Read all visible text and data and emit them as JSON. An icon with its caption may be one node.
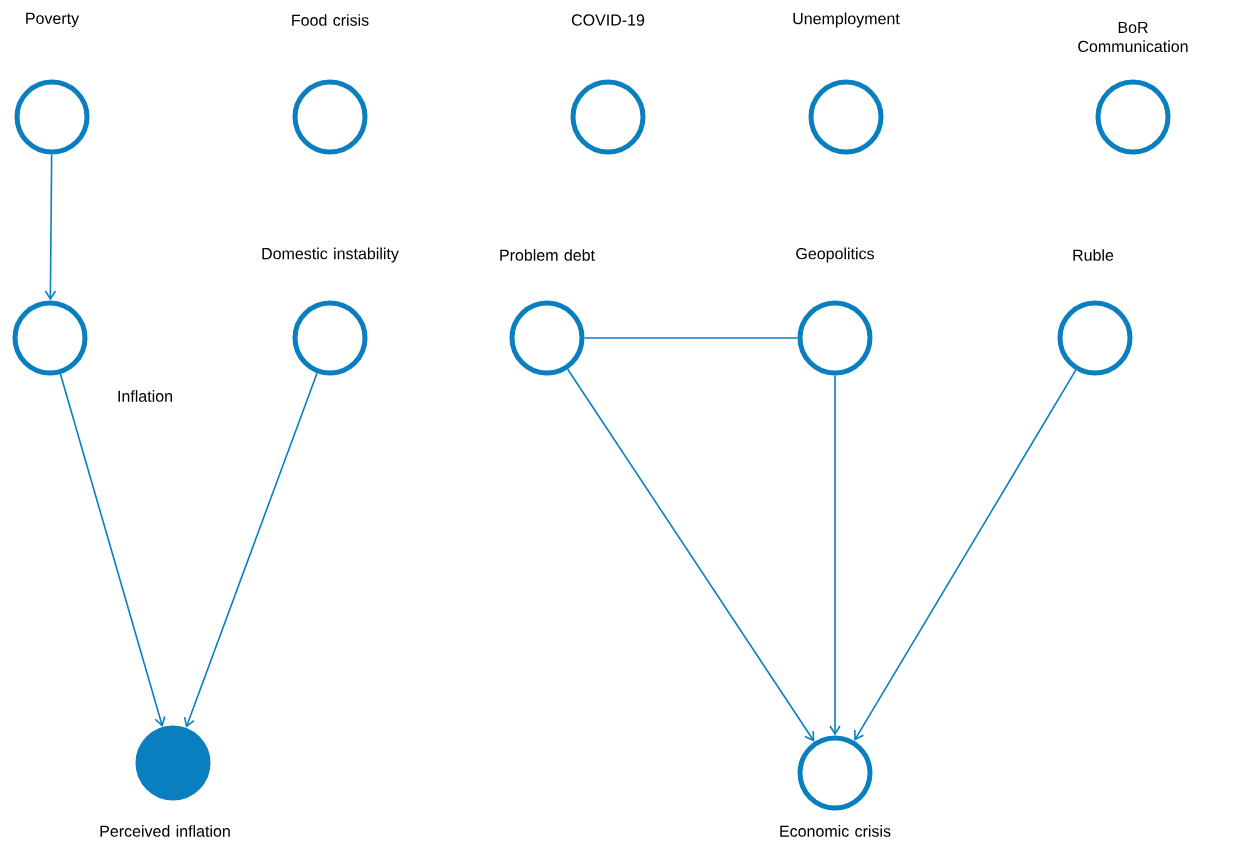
{
  "diagram": {
    "nodes": [
      {
        "text": [
          "Poverty"
        ]
      },
      {
        "text": [
          "Food crisis"
        ]
      },
      {
        "text": [
          "COVID-19"
        ]
      },
      {
        "text": [
          "Unemployment"
        ]
      },
      {
        "text": [
          "BoR Communication"
        ]
      },
      {
        "text": [
          "Inflation"
        ]
      },
      {
        "text": [
          "Domestic instability"
        ]
      },
      {
        "text": [
          "Problem debt"
        ]
      },
      {
        "text": [
          "Geopolitics"
        ]
      },
      {
        "text": [
          "Ruble"
        ]
      },
      {
        "text": [
          "Perceived inflation"
        ]
      },
      {
        "text": [
          "Economic crisis"
        ]
      }
    ],
    "edges": [
      {
        "from": 0,
        "to": 5,
        "arrow": "to"
      },
      {
        "from": 5,
        "to": 10,
        "arrow": "to"
      },
      {
        "from": 6,
        "to": 10,
        "arrow": "to"
      },
      {
        "from": 7,
        "to": 8,
        "arrow": "none"
      },
      {
        "from": 7,
        "to": 11,
        "arrow": "to"
      },
      {
        "from": 8,
        "to": 11,
        "arrow": "to"
      },
      {
        "from": 9,
        "to": 11,
        "arrow": "to"
      }
    ]
  }
}
